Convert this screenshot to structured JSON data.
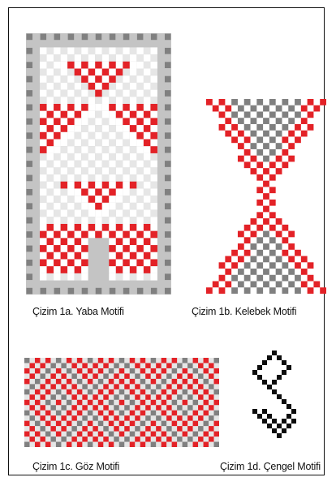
{
  "colors": {
    "red": "#e32227",
    "dark": "#808080",
    "light": "#e6e6e6",
    "frame_gray": "#c4c4c4",
    "black": "#0d0d0d",
    "white": "#ffffff"
  },
  "figures": [
    {
      "id": "1a",
      "caption": "Çizim 1a. Yaba Motifi",
      "pattern": "yaba"
    },
    {
      "id": "1b",
      "caption": "Çizim 1b.  Kelebek Motifi",
      "pattern": "kelebek"
    },
    {
      "id": "1c",
      "caption": "Çizim 1c. Göz Motifi",
      "pattern": "goz"
    },
    {
      "id": "1d",
      "caption": "Çizim 1d. Çengel Motifi",
      "pattern": "cengel"
    }
  ]
}
